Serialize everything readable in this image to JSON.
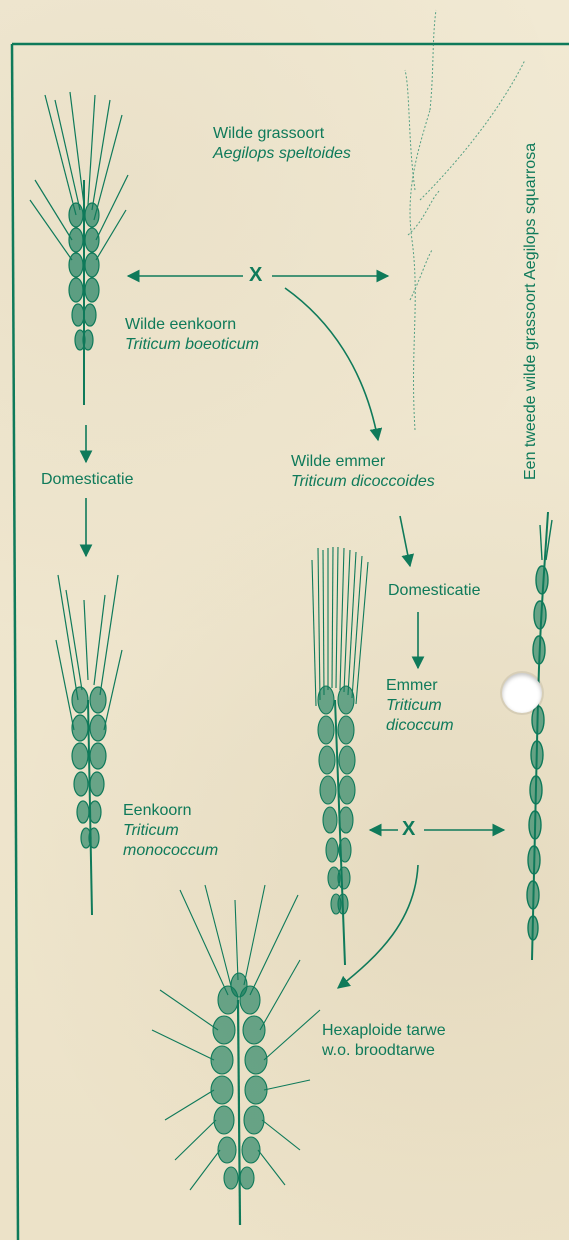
{
  "colors": {
    "ink": "#0f7a5a",
    "paper": "#efe6cf"
  },
  "labels": {
    "wild_grass": {
      "common": "Wilde grassoort",
      "latin": "Aegilops speltoides"
    },
    "wild_einkorn": {
      "common": "Wilde eenkoorn",
      "latin": "Triticum boeoticum"
    },
    "wild_emmer": {
      "common": "Wilde emmer",
      "latin": "Triticum dicoccoides"
    },
    "second_wild_grass": {
      "common": "Een tweede wilde grassoort",
      "latin": "Aegilops squarrosa"
    },
    "domestication_left": "Domesticatie",
    "domestication_right": "Domesticatie",
    "emmer": {
      "common": "Emmer",
      "latin_line1": "Triticum",
      "latin_line2": "dicoccum"
    },
    "einkorn": {
      "common": "Eenkoorn",
      "latin_line1": "Triticum",
      "latin_line2": "monococcum"
    },
    "hexaploid": {
      "line1": "Hexaploide tarwe",
      "line2": "w.o. broodtarwe"
    },
    "cross_top": "X",
    "cross_bottom": "X"
  },
  "icons": [
    "wheat-ear-wild-einkorn-icon",
    "wild-grass-speltoides-icon",
    "wheat-ear-einkorn-icon",
    "wheat-ear-emmer-icon",
    "aegilops-squarrosa-icon",
    "wheat-ear-hexaploid-icon"
  ]
}
